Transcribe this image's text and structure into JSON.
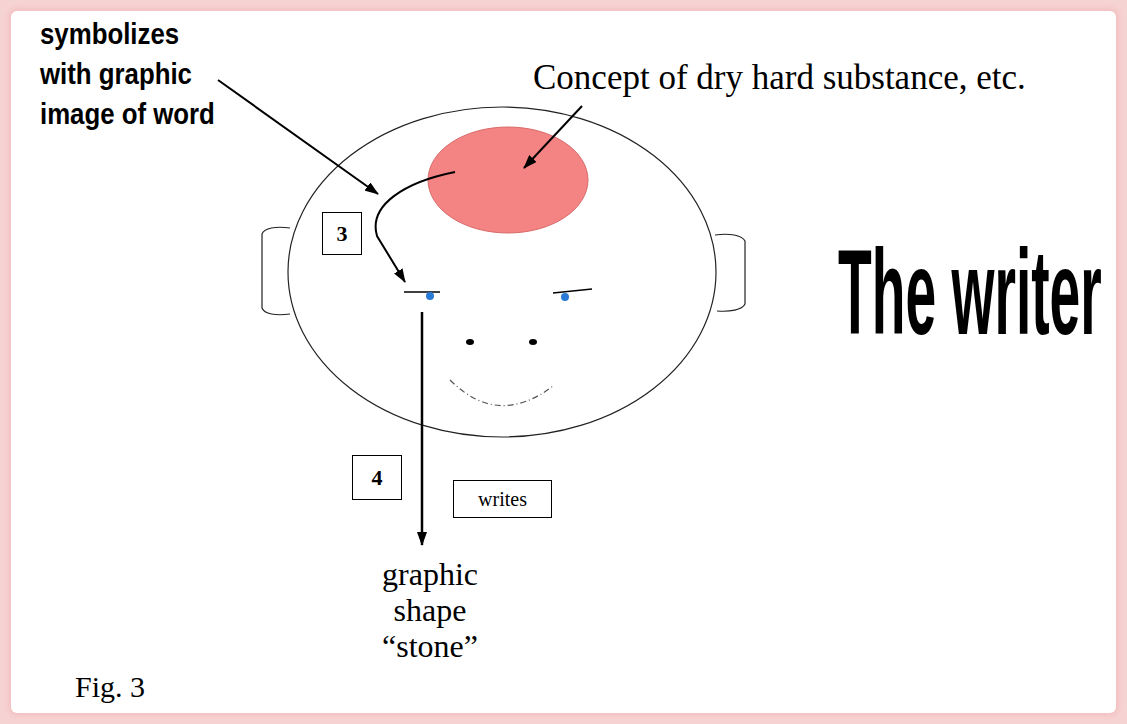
{
  "diagram": {
    "caption": "Fig. 3",
    "nodes": [
      {
        "text": [
          "3"
        ]
      },
      {
        "text": [
          "4"
        ]
      },
      {
        "text": [
          "writes"
        ]
      }
    ],
    "labels": [
      "symbolizes with graphic image of word",
      "Concept of dry hard substance, etc.",
      "The writer",
      "graphic shape “stone”"
    ]
  }
}
